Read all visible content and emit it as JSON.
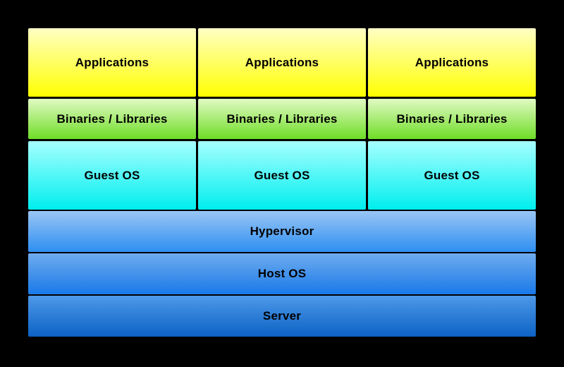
{
  "background": "#000000",
  "text_color": "#000000",
  "columns": [
    {
      "name": "vm-1",
      "layers": [
        {
          "label": "Applications"
        },
        {
          "label": "Binaries / Libraries"
        },
        {
          "label": "Guest OS"
        }
      ]
    },
    {
      "name": "vm-2",
      "layers": [
        {
          "label": "Applications"
        },
        {
          "label": "Binaries / Libraries"
        },
        {
          "label": "Guest OS"
        }
      ]
    },
    {
      "name": "vm-3",
      "layers": [
        {
          "label": "Applications"
        },
        {
          "label": "Binaries / Libraries"
        },
        {
          "label": "Guest OS"
        }
      ]
    }
  ],
  "base_layers": [
    {
      "label": "Hypervisor"
    },
    {
      "label": "Host OS"
    },
    {
      "label": "Server"
    }
  ],
  "colors": {
    "app_top": "#FFFFC4",
    "app_bottom": "#FFFF00",
    "bins_top": "#E1FAC3",
    "bins_bottom": "#6EDD26",
    "guest_top": "#A6FFFF",
    "guest_bottom": "#00EEEE",
    "hypervisor_top": "#99C5F4",
    "hypervisor_bottom": "#2E8FF2",
    "hostos_top": "#6FACEE",
    "hostos_bottom": "#1979E8",
    "server_top": "#4E99E9",
    "server_bottom": "#0C62C4"
  }
}
